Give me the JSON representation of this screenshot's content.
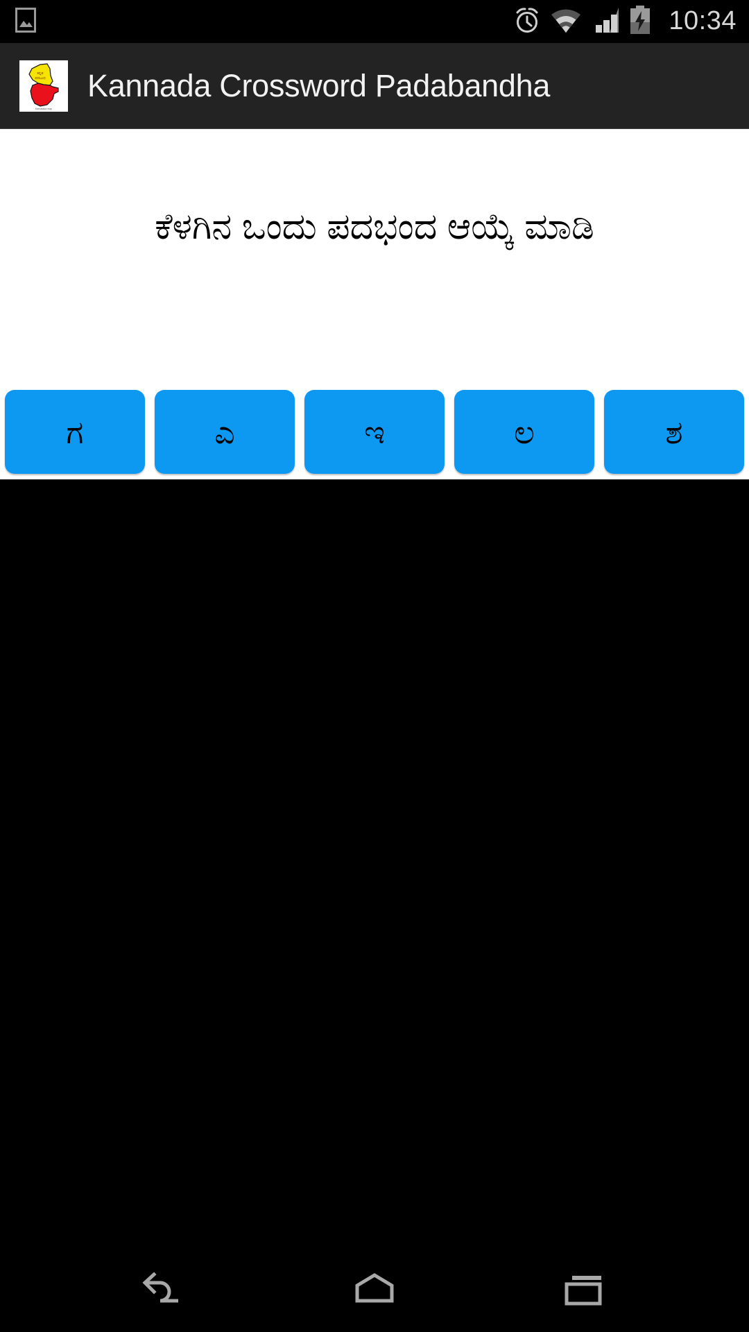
{
  "statusbar": {
    "time": "10:34",
    "icons": {
      "photo": "photo-notification-icon",
      "alarm": "alarm-clock-icon",
      "wifi": "wifi-icon",
      "signal": "cellular-signal-icon",
      "battery": "battery-charging-icon"
    }
  },
  "appbar": {
    "title": "Kannada Crossword Padabandha",
    "icon_name": "karnataka-map-icon",
    "icon_colors": {
      "top": "#F5E400",
      "bottom": "#E8111C",
      "background": "#FFFFFF"
    }
  },
  "main": {
    "prompt": "ಕೆಳಗಿನ ಒಂದು ಪದಭಂದ ಆಯ್ಕೆ ಮಾಡಿ",
    "options": [
      {
        "label": "ಗ"
      },
      {
        "label": "ಎ"
      },
      {
        "label": "ಇ"
      },
      {
        "label": "ಲ"
      },
      {
        "label": "ಶ"
      }
    ],
    "option_color": "#0D99F2",
    "background": "#FFFFFF"
  },
  "navbar": {
    "back": "back-icon",
    "home": "home-icon",
    "recents": "recents-icon"
  }
}
